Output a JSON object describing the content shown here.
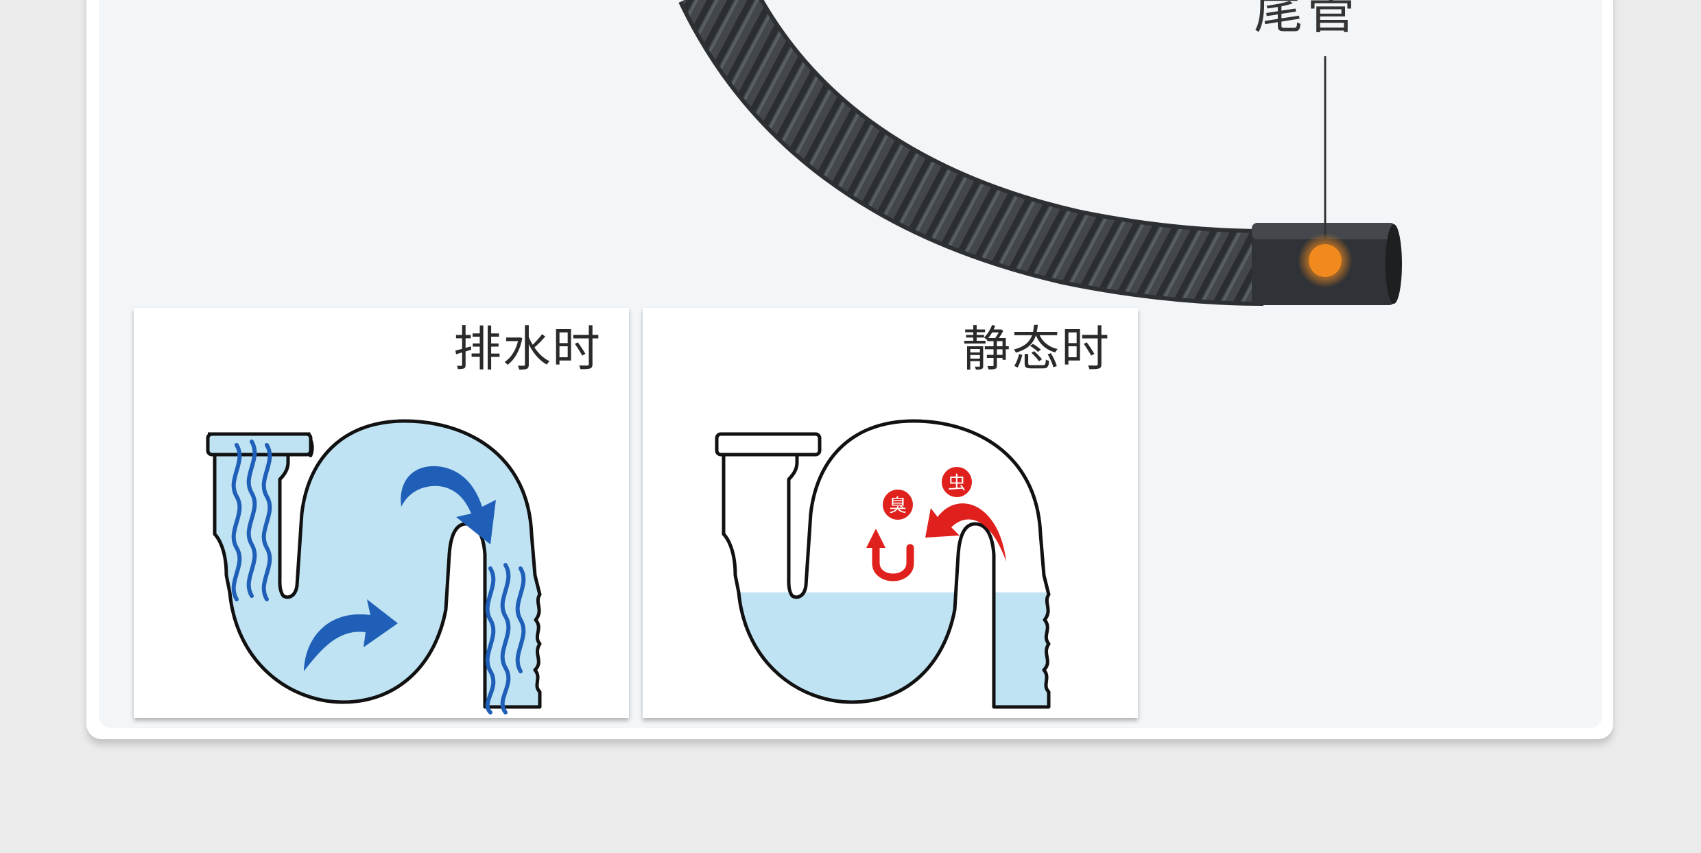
{
  "labels": {
    "tail_pipe": "尾管",
    "draining": "排水时",
    "static": "静态时",
    "odor_badge": "臭",
    "bug_badge": "虫"
  },
  "colors": {
    "page_bg": "#ebebeb",
    "card_bg": "#f2f6f8",
    "hose": "#3f4347",
    "marker": "#f08a1e",
    "water": "#bde3f2",
    "flow_arrow": "#1f5fb8",
    "warning": "#e0201c"
  }
}
